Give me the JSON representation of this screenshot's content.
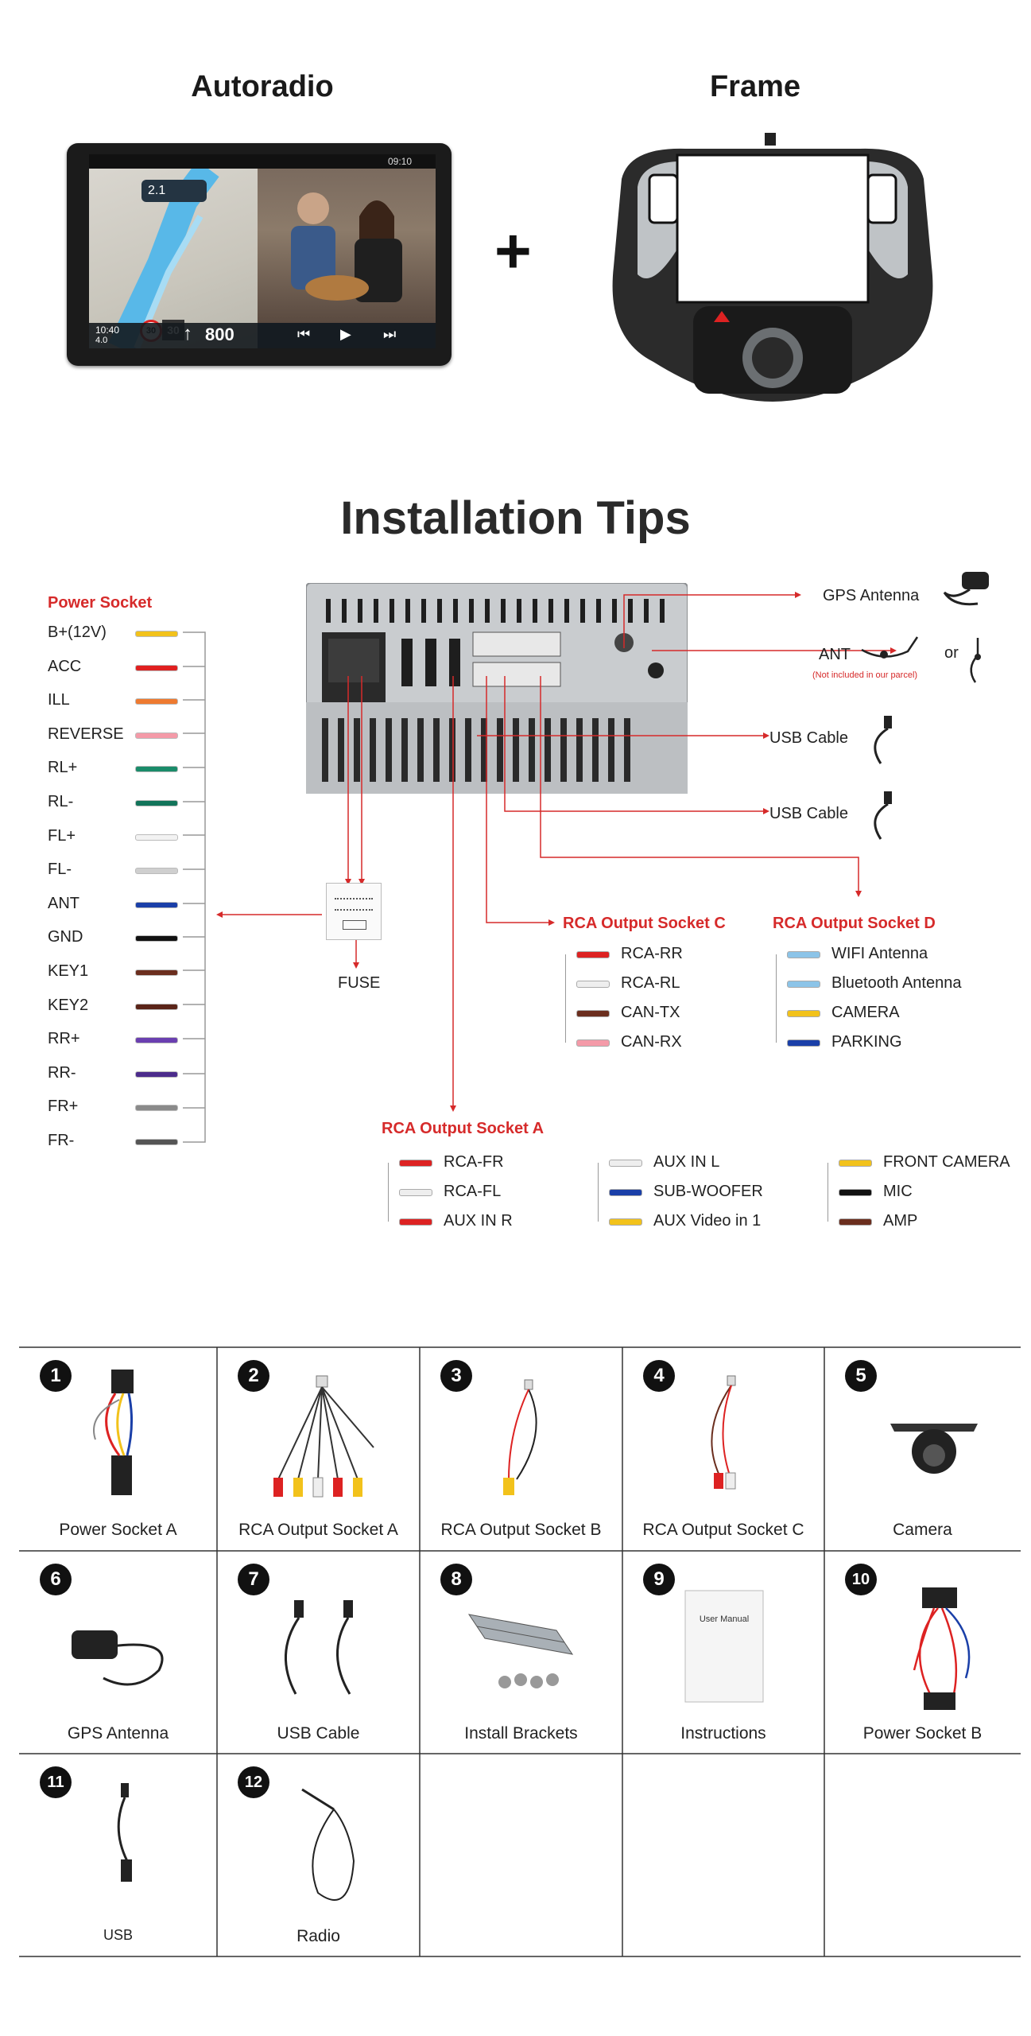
{
  "header": {
    "autoradio_title": "Autoradio",
    "frame_title": "Frame",
    "plus": "+"
  },
  "radio_screen": {
    "status_time": "09:10",
    "nav_distance": "2.1",
    "clock": "10:40",
    "clock_sub": "4.0",
    "speed_limit": "30",
    "speed_now": "30",
    "distance": "800"
  },
  "installation": {
    "title": "Installation Tips",
    "power_socket": {
      "heading": "Power Socket",
      "wires": [
        {
          "label": "B+(12V)",
          "color": "#f2c21b"
        },
        {
          "label": "ACC",
          "color": "#e02020"
        },
        {
          "label": "ILL",
          "color": "#ee7a30"
        },
        {
          "label": "REVERSE",
          "color": "#f49aa8"
        },
        {
          "label": "RL+",
          "color": "#1a8c6a"
        },
        {
          "label": "RL-",
          "color": "#12745a"
        },
        {
          "label": "FL+",
          "color": "#f2f2f2"
        },
        {
          "label": "FL-",
          "color": "#cfcfcf"
        },
        {
          "label": "ANT",
          "color": "#1a3fa8"
        },
        {
          "label": "GND",
          "color": "#111111"
        },
        {
          "label": "KEY1",
          "color": "#6b2e1e"
        },
        {
          "label": "KEY2",
          "color": "#5a2418"
        },
        {
          "label": "RR+",
          "color": "#6a3fb0"
        },
        {
          "label": "RR-",
          "color": "#4c2c8c"
        },
        {
          "label": "FR+",
          "color": "#8a8a8a"
        },
        {
          "label": "FR-",
          "color": "#555555"
        }
      ]
    },
    "fuse_label": "FUSE",
    "gps_antenna": "GPS Antenna",
    "ant": "ANT",
    "ant_note": "(Not included in our parcel)",
    "or": "or",
    "usb_cable_1": "USB  Cable",
    "usb_cable_2": "USB Cable",
    "socket_c": {
      "heading": "RCA Output Socket C",
      "items": [
        "RCA-RR",
        "RCA-RL",
        "CAN-TX",
        "CAN-RX"
      ]
    },
    "socket_d": {
      "heading": "RCA Output Socket D",
      "items": [
        "WIFI Antenna",
        "Bluetooth Antenna",
        "CAMERA",
        "PARKING"
      ]
    },
    "socket_a": {
      "heading": "RCA Output Socket A",
      "col1": [
        "RCA-FR",
        "RCA-FL",
        "AUX IN R"
      ],
      "col2": [
        "AUX IN L",
        "SUB-WOOFER",
        "AUX Video in 1"
      ],
      "col3": [
        "FRONT CAMERA",
        "MIC",
        "AMP"
      ]
    }
  },
  "accessories": [
    {
      "num": "1",
      "label": "Power Socket A"
    },
    {
      "num": "2",
      "label": "RCA Output Socket A"
    },
    {
      "num": "3",
      "label": "RCA Output Socket B"
    },
    {
      "num": "4",
      "label": "RCA Output Socket C"
    },
    {
      "num": "5",
      "label": "Camera"
    },
    {
      "num": "6",
      "label": "GPS Antenna"
    },
    {
      "num": "7",
      "label": "USB Cable"
    },
    {
      "num": "8",
      "label": "Install Brackets"
    },
    {
      "num": "9",
      "label": "Instructions"
    },
    {
      "num": "10",
      "label": "Power Socket B"
    },
    {
      "num": "11",
      "label": "USB"
    },
    {
      "num": "12",
      "label": "Radio"
    }
  ],
  "manual_text": "User Manual"
}
